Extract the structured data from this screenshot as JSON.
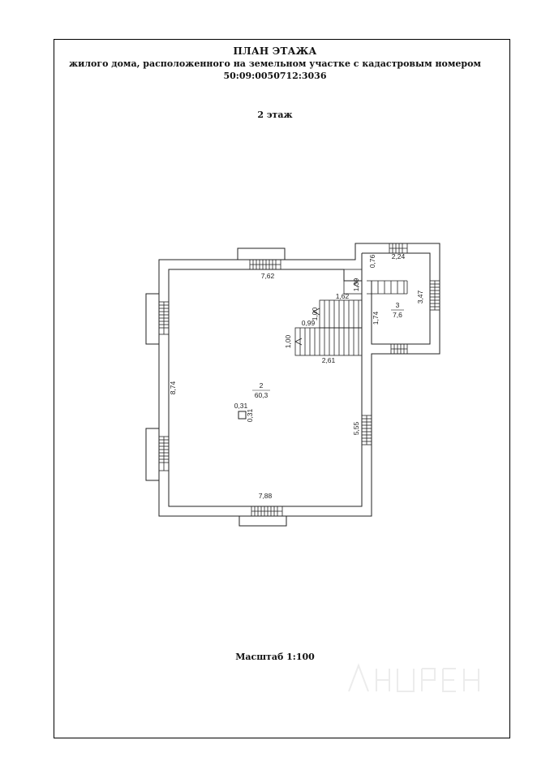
{
  "header": {
    "title": "ПЛАН ЭТАЖА",
    "subtitle": "жилого дома, расположенного на земельном участке с кадастровым номером",
    "cadastral_number": "50:09:0050712:3036",
    "floor": "2 этаж"
  },
  "footer": {
    "scale": "Масштаб 1:100"
  },
  "rooms": [
    {
      "number": "2",
      "area": "60,3"
    },
    {
      "number": "3",
      "area": "7,6"
    }
  ],
  "dimensions": {
    "top_wall": "7,62",
    "left_wall": "8,74",
    "bottom_wall": "7,88",
    "right_wall_main": "5,55",
    "annex_top": "2,24",
    "annex_top_gap": "0,76",
    "annex_right": "3,47",
    "annex_inner_left": "1,74",
    "stair_upper_height": "1,39",
    "stair_mid_width": "1,62",
    "stair_mid_height": "1,00",
    "stair_landing": "0,99",
    "stair_lower_height": "1,00",
    "stair_lower_width": "2,61",
    "column_width": "0,31",
    "column_depth": "0,31"
  }
}
